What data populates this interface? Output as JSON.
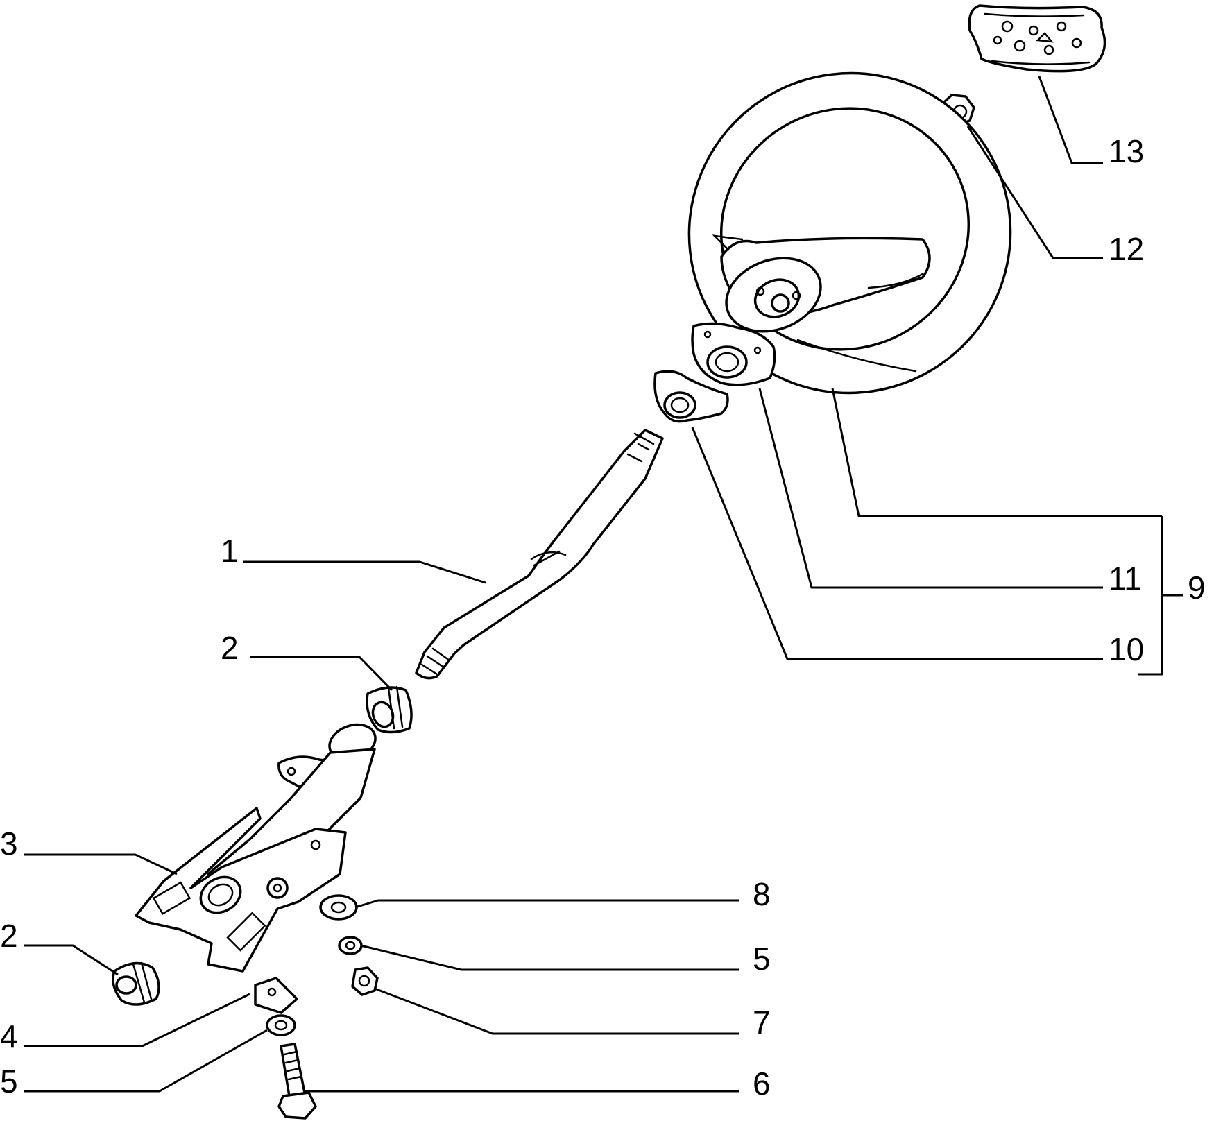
{
  "callouts": {
    "c1": "1",
    "c2_upper": "2",
    "c2_lower": "2",
    "c3": "3",
    "c4": "4",
    "c5_lower": "5",
    "c5_right": "5",
    "c6": "6",
    "c7": "7",
    "c8": "8",
    "c9": "9",
    "c10": "10",
    "c11": "11",
    "c12": "12",
    "c13": "13"
  }
}
